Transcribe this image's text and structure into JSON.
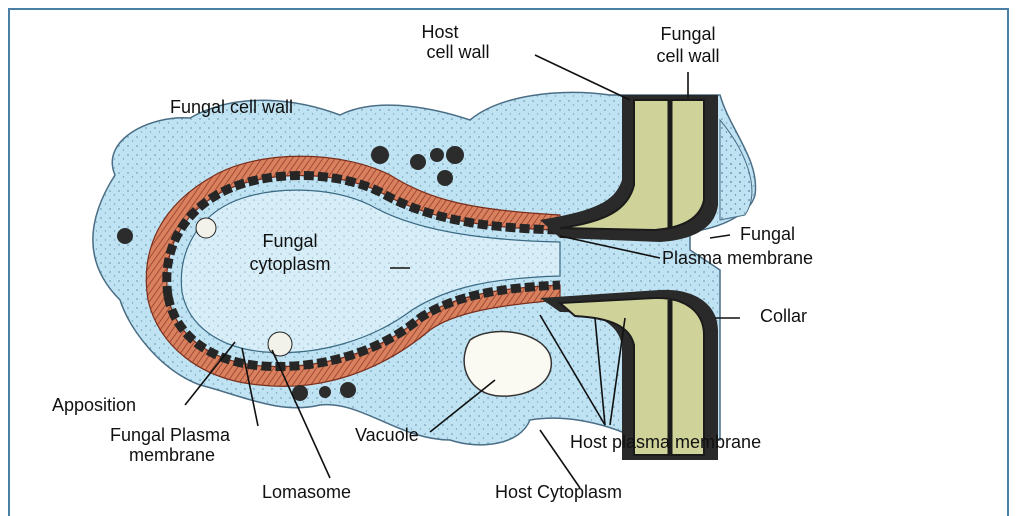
{
  "labels": {
    "host_cell_wall_1": "Host",
    "host_cell_wall_2": "cell wall",
    "fungal_cell_wall_top_1": "Fungal",
    "fungal_cell_wall_top_2": "cell wall",
    "fungal_cell_wall_left": "Fungal cell wall",
    "fungal_cytoplasm_1": "Fungal",
    "fungal_cytoplasm_2": "cytoplasm",
    "fungal_plasma_membrane_right_1": "Fungal",
    "fungal_plasma_membrane_right_2": "Plasma membrane",
    "collar": "Collar",
    "apposition": "Apposition",
    "fungal_plasma_membrane_left_1": "Fungal Plasma",
    "fungal_plasma_membrane_left_2": "membrane",
    "vacuole": "Vacuole",
    "host_plasma_membrane": "Host plasma membrane",
    "lomasome": "Lomasome",
    "host_cytoplasm": "Host Cytoplasm"
  },
  "colors": {
    "frame_border": "#4a7fa8",
    "host_cytoplasm": "#bfe3f2",
    "fungal_cytoplasm": "#d7eef8",
    "fungal_wall": "#c76a4c",
    "dark_layer": "#2a2a2a",
    "hypha_fill": "#cfd39a",
    "vacuole": "#fbfaf2"
  }
}
